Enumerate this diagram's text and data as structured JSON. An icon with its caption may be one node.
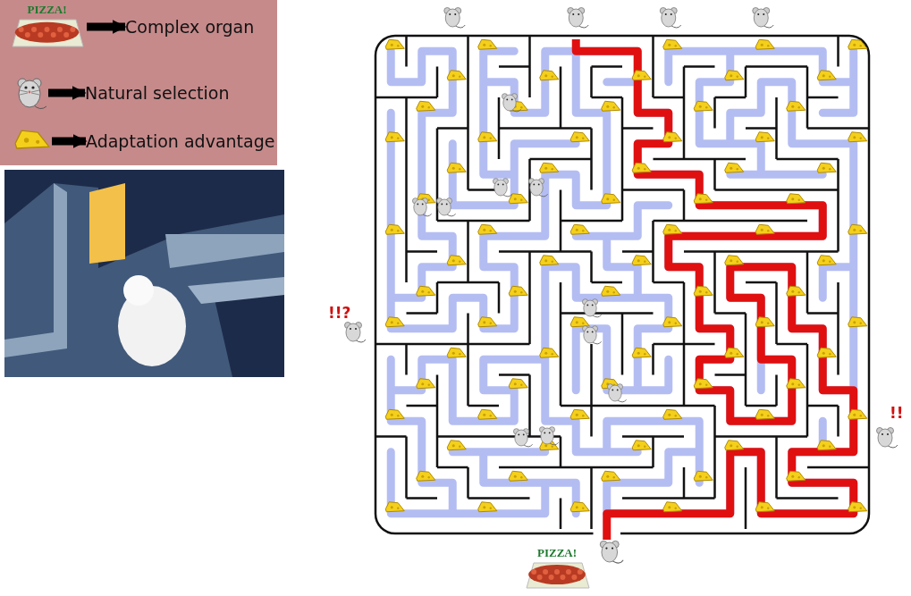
{
  "diagram": {
    "nodes": [
      {
        "text": [
          "PIZZA!"
        ]
      },
      {
        "text": [
          "Complex organ"
        ]
      },
      {
        "text": [],
        "shape": "picture"
      },
      {
        "text": [
          "Natural selection"
        ]
      },
      {
        "text": [],
        "shape": "picture"
      },
      {
        "text": [
          "Adaptation advantage"
        ]
      },
      {
        "text": [
          "PIZZA!"
        ]
      }
    ],
    "edges": [
      {
        "from": 0,
        "to": 1,
        "arrow": "to"
      },
      {
        "from": 2,
        "to": 3,
        "arrow": "to"
      },
      {
        "from": 4,
        "to": 5,
        "arrow": "to"
      }
    ],
    "labels": [
      "!!?",
      "!!"
    ]
  }
}
